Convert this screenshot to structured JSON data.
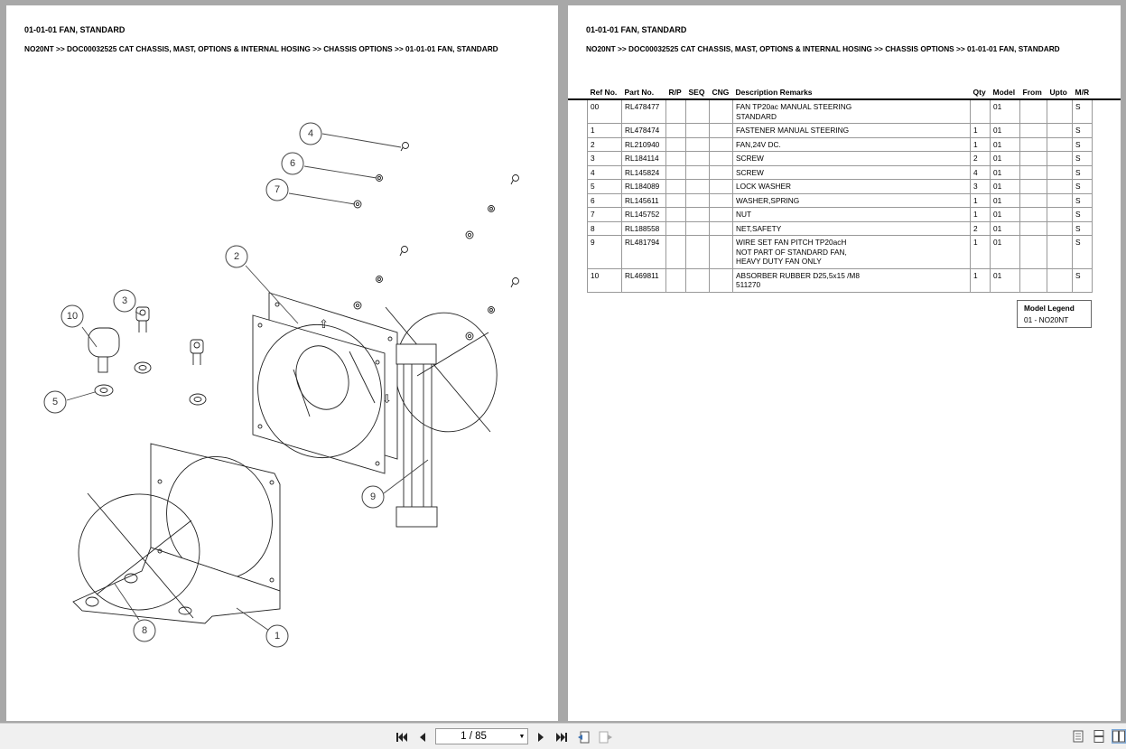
{
  "left_page": {
    "title": "01-01-01 FAN, STANDARD",
    "breadcrumb": "NO20NT >> DOC00032525 CAT CHASSIS, MAST, OPTIONS & INTERNAL HOSING >> CHASSIS OPTIONS >> 01-01-01 FAN, STANDARD",
    "callouts": [
      "4",
      "6",
      "7",
      "2",
      "3",
      "10",
      "5",
      "9",
      "8",
      "1"
    ]
  },
  "right_page": {
    "title": "01-01-01 FAN, STANDARD",
    "breadcrumb": "NO20NT >> DOC00032525 CAT CHASSIS, MAST, OPTIONS & INTERNAL HOSING >> CHASSIS OPTIONS >> 01-01-01 FAN, STANDARD",
    "table": {
      "headers": [
        "Ref No.",
        "Part No.",
        "R/P",
        "SEQ",
        "CNG",
        "Description Remarks",
        "Qty",
        "Model",
        "From",
        "Upto",
        "M/R"
      ],
      "rows": [
        {
          "ref": "00",
          "part": "RL478477",
          "desc1": "FAN TP20ac MANUAL STEERING",
          "desc2": "STANDARD",
          "desc3": "",
          "qty": "",
          "model": "01",
          "mr": "S"
        },
        {
          "ref": "1",
          "part": "RL478474",
          "desc1": "FASTENER MANUAL STEERING",
          "desc2": "",
          "desc3": "",
          "qty": "1",
          "model": "01",
          "mr": "S"
        },
        {
          "ref": "2",
          "part": "RL210940",
          "desc1": "FAN,24V DC.",
          "desc2": "",
          "desc3": "",
          "qty": "1",
          "model": "01",
          "mr": "S"
        },
        {
          "ref": "3",
          "part": "RL184114",
          "desc1": "SCREW",
          "desc2": "",
          "desc3": "",
          "qty": "2",
          "model": "01",
          "mr": "S"
        },
        {
          "ref": "4",
          "part": "RL145824",
          "desc1": "SCREW",
          "desc2": "",
          "desc3": "",
          "qty": "4",
          "model": "01",
          "mr": "S"
        },
        {
          "ref": "5",
          "part": "RL184089",
          "desc1": "LOCK WASHER",
          "desc2": "",
          "desc3": "",
          "qty": "3",
          "model": "01",
          "mr": "S"
        },
        {
          "ref": "6",
          "part": "RL145611",
          "desc1": "WASHER,SPRING",
          "desc2": "",
          "desc3": "",
          "qty": "1",
          "model": "01",
          "mr": "S"
        },
        {
          "ref": "7",
          "part": "RL145752",
          "desc1": "NUT",
          "desc2": "",
          "desc3": "",
          "qty": "1",
          "model": "01",
          "mr": "S"
        },
        {
          "ref": "8",
          "part": "RL188558",
          "desc1": "NET,SAFETY",
          "desc2": "",
          "desc3": "",
          "qty": "2",
          "model": "01",
          "mr": "S"
        },
        {
          "ref": "9",
          "part": "RL481794",
          "desc1": "WIRE SET FAN PITCH TP20acH",
          "desc2": "NOT PART OF STANDARD FAN,",
          "desc3": "HEAVY DUTY FAN ONLY",
          "qty": "1",
          "model": "01",
          "mr": "S"
        },
        {
          "ref": "10",
          "part": "RL469811",
          "desc1": "ABSORBER RUBBER D25,5x15 /M8",
          "desc2": "511270",
          "desc3": "",
          "qty": "1",
          "model": "01",
          "mr": "S"
        }
      ]
    },
    "legend": {
      "title": "Model Legend",
      "entry": "01 - NO20NT"
    }
  },
  "toolbar": {
    "page_value": "1 / 85",
    "icons": [
      "first-page-icon",
      "prev-page-icon",
      "next-page-icon",
      "last-page-icon",
      "go-back-icon",
      "go-forward-icon",
      "single-page-view-icon",
      "continuous-view-icon",
      "two-page-view-icon"
    ]
  }
}
